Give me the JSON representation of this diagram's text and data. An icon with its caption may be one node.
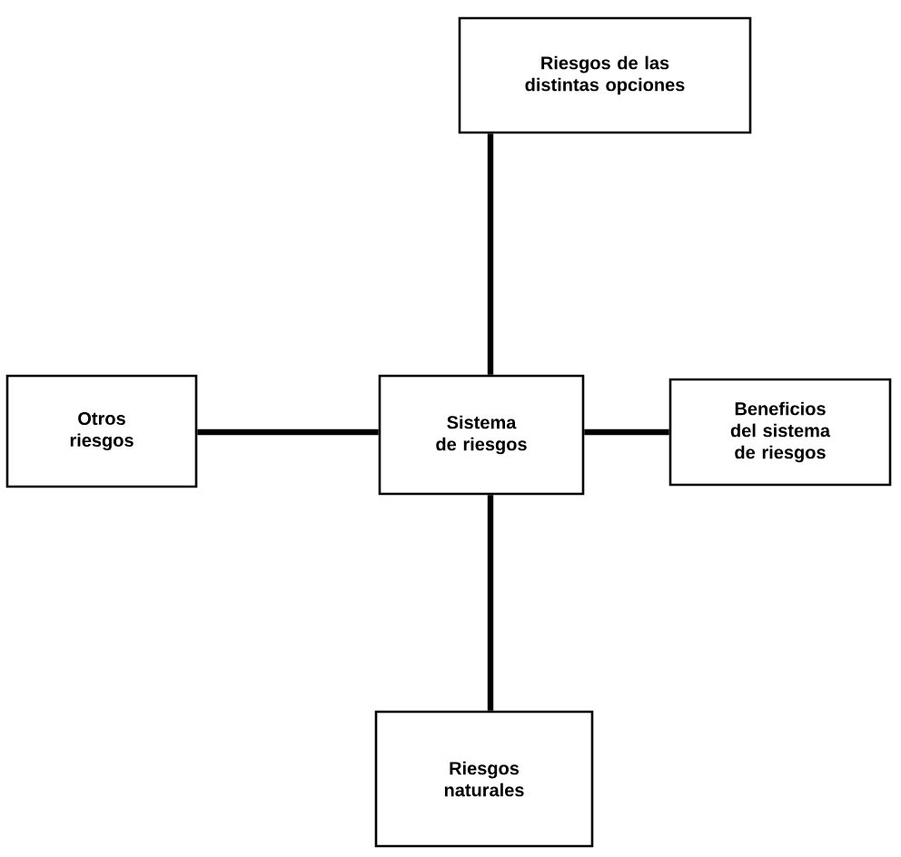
{
  "diagram": {
    "nodes": [
      {
        "text": [
          "Riesgos de las distintas opciones"
        ]
      },
      {
        "text": [
          "Otros riesgos"
        ]
      },
      {
        "text": [
          "Sistema de riesgos"
        ]
      },
      {
        "text": [
          "Beneficios del sistema de riesgos"
        ]
      },
      {
        "text": [
          "Riesgos naturales"
        ]
      }
    ],
    "edges": [
      {
        "from": 2,
        "to": 0,
        "arrow": "none"
      },
      {
        "from": 1,
        "to": 2,
        "arrow": "none"
      },
      {
        "from": 2,
        "to": 3,
        "arrow": "none"
      },
      {
        "from": 2,
        "to": 4,
        "arrow": "none"
      }
    ]
  }
}
